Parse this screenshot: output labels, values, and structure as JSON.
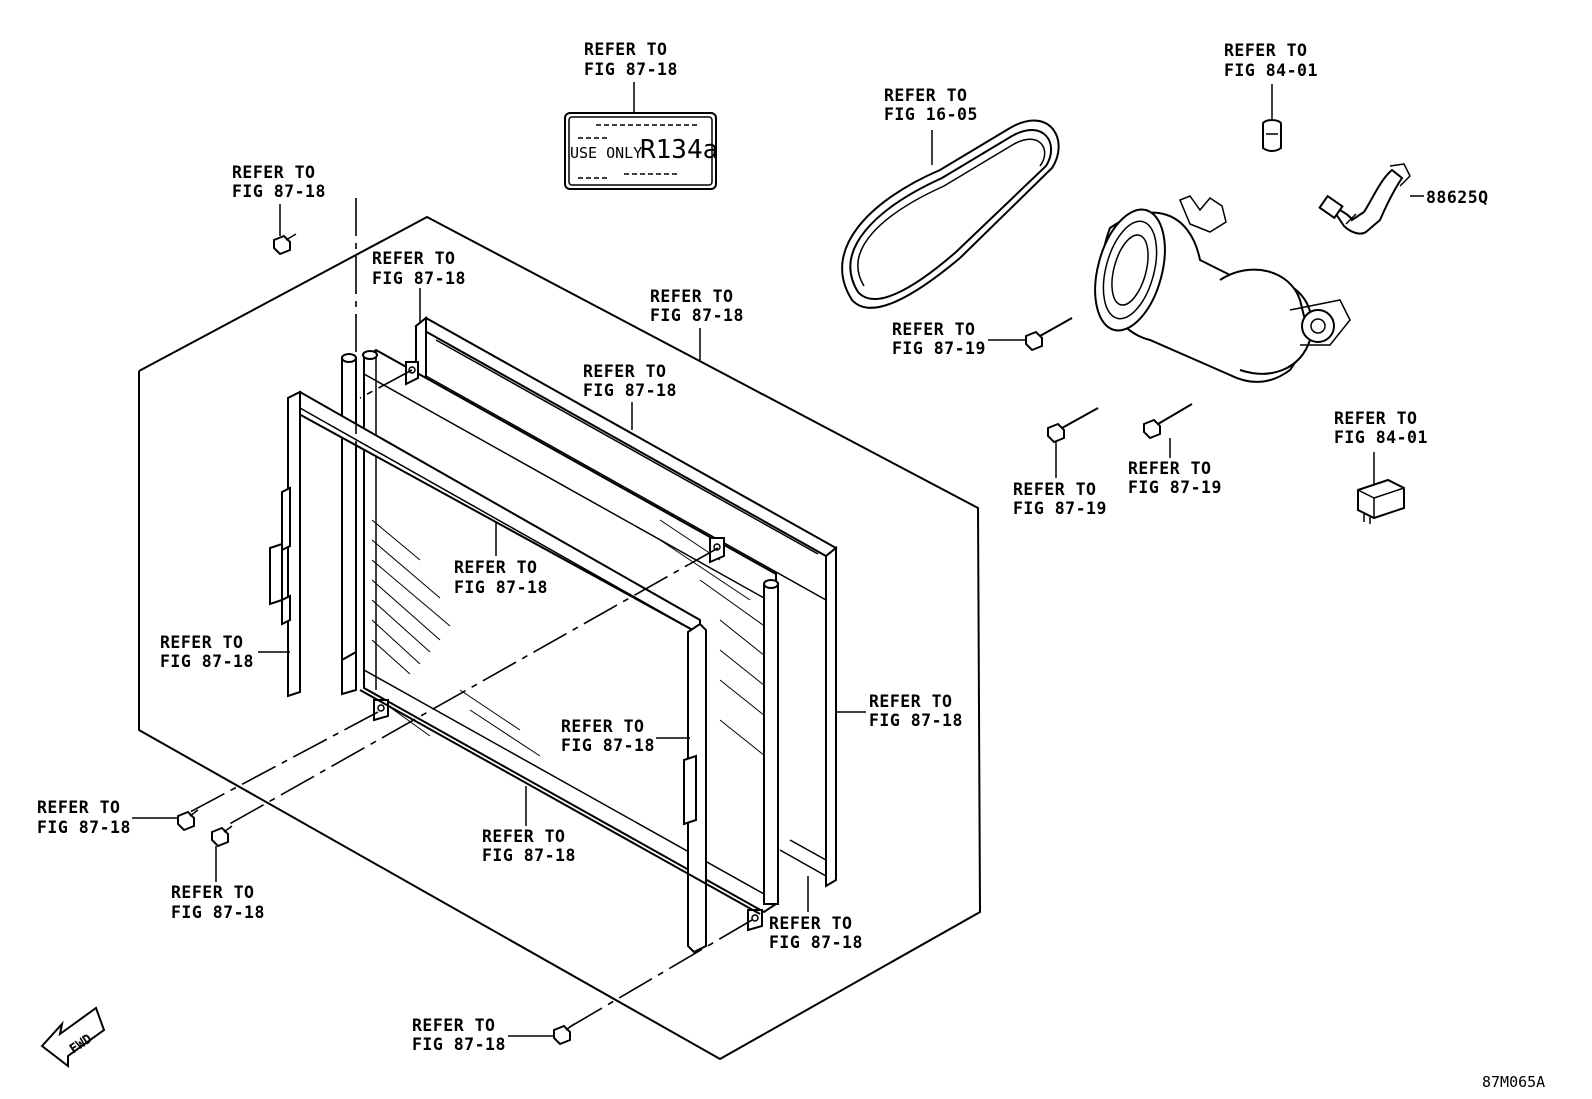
{
  "labels": {
    "ref_decal": [
      "REFER TO",
      "FIG 87-18"
    ],
    "ref_top_left_bolt": [
      "REFER TO",
      "FIG 87-18"
    ],
    "ref_upper_seal": [
      "REFER TO",
      "FIG 87-18"
    ],
    "ref_rear_seal": [
      "REFER TO",
      "FIG 87-18"
    ],
    "ref_upper_frame": [
      "REFER TO",
      "FIG 87-18"
    ],
    "ref_condenser": [
      "REFER TO",
      "FIG 87-18"
    ],
    "ref_left_bracket": [
      "REFER TO",
      "FIG 87-18"
    ],
    "ref_right_frame": [
      "REFER TO",
      "FIG 87-18"
    ],
    "ref_right_bracket": [
      "REFER TO",
      "FIG 87-18"
    ],
    "ref_lower_frame": [
      "REFER TO",
      "FIG 87-18"
    ],
    "ref_lower_right": [
      "REFER TO",
      "FIG 87-18"
    ],
    "ref_left_bolt": [
      "REFER TO",
      "FIG 87-18"
    ],
    "ref_left_bolt2": [
      "REFER TO",
      "FIG 87-18"
    ],
    "ref_bottom_bolt": [
      "REFER TO",
      "FIG 87-18"
    ],
    "ref_belt": [
      "REFER TO",
      "FIG 16-05"
    ],
    "ref_comp_bolt1": [
      "REFER TO",
      "FIG 87-19"
    ],
    "ref_comp_bolt2": [
      "REFER TO",
      "FIG 87-19"
    ],
    "ref_comp_bolt3": [
      "REFER TO",
      "FIG 87-19"
    ],
    "ref_cap": [
      "REFER TO",
      "FIG 84-01"
    ],
    "ref_relay": [
      "REFER TO",
      "FIG 84-01"
    ]
  },
  "part_number": "88625Q",
  "decal": {
    "use_only": "USE ONLY",
    "refrigerant": "R134a"
  },
  "fwd_arrow": "FWD",
  "figure_id": "87M065A"
}
